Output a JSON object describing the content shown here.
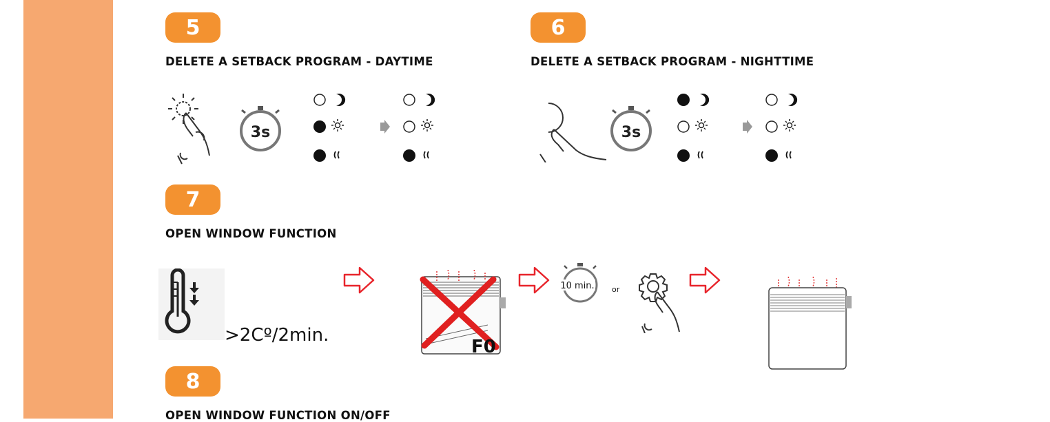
{
  "sections": [
    {
      "number": "5",
      "title": "DELETE A SETBACK PROGRAM - DAYTIME",
      "timer_label": "3s"
    },
    {
      "number": "6",
      "title": "DELETE A SETBACK PROGRAM - NIGHTTIME",
      "timer_label": "3s"
    },
    {
      "number": "7",
      "title": "OPEN WINDOW FUNCTION",
      "temp_drop": ">2Cº/2min.",
      "display_code": "F0",
      "timer_label": "10 min.",
      "or_text": "or"
    },
    {
      "number": "8",
      "title": "OPEN WINDOW FUNCTION ON/OFF"
    }
  ],
  "colors": {
    "sidebar": "#f6a870",
    "badge": "#f39230",
    "arrow": "#e8242b",
    "cross": "#e02020",
    "heat": "#e03030"
  },
  "icons": [
    "sun-icon",
    "moon-icon",
    "heat-icon",
    "timer-icon",
    "hand-icon",
    "thermometer-icon",
    "gear-icon",
    "arrow-right-icon",
    "heater-icon"
  ]
}
